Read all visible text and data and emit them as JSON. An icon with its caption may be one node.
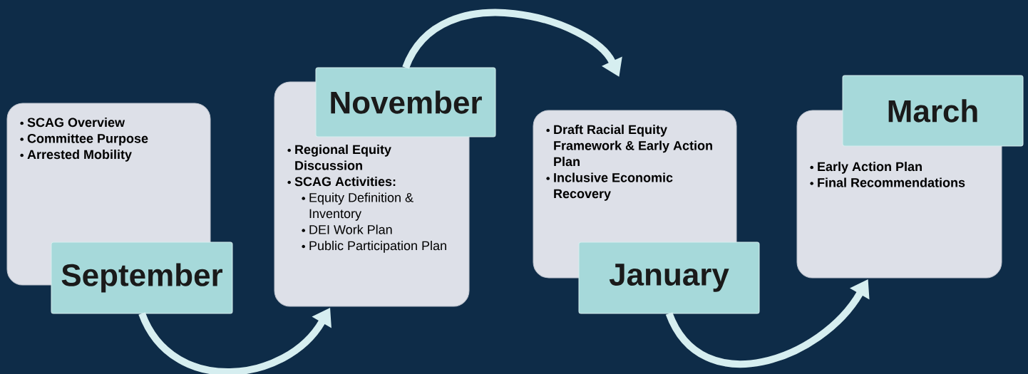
{
  "diagram": {
    "nodes": [
      {
        "text": [
          "SCAG Overview",
          "Committee Purpose",
          "Arrested Mobility"
        ]
      },
      {
        "text": [
          "September"
        ]
      },
      {
        "text": [
          "Regional Equity Discussion",
          "SCAG Activities:",
          "Equity Definition & Inventory",
          "DEI Work Plan",
          "Public Participation Plan"
        ]
      },
      {
        "text": [
          "November"
        ]
      },
      {
        "text": [
          "Draft Racial Equity Framework & Early Action Plan",
          "Inclusive Economic Recovery"
        ]
      },
      {
        "text": [
          "January"
        ]
      },
      {
        "text": [
          "Early Action Plan",
          "Final Recommendations"
        ]
      },
      {
        "text": [
          "March"
        ]
      }
    ],
    "edges": [
      {
        "from": 1,
        "to": 2,
        "arrow": "to"
      },
      {
        "from": 3,
        "to": 4,
        "arrow": "to"
      },
      {
        "from": 5,
        "to": 6,
        "arrow": "to"
      }
    ]
  }
}
